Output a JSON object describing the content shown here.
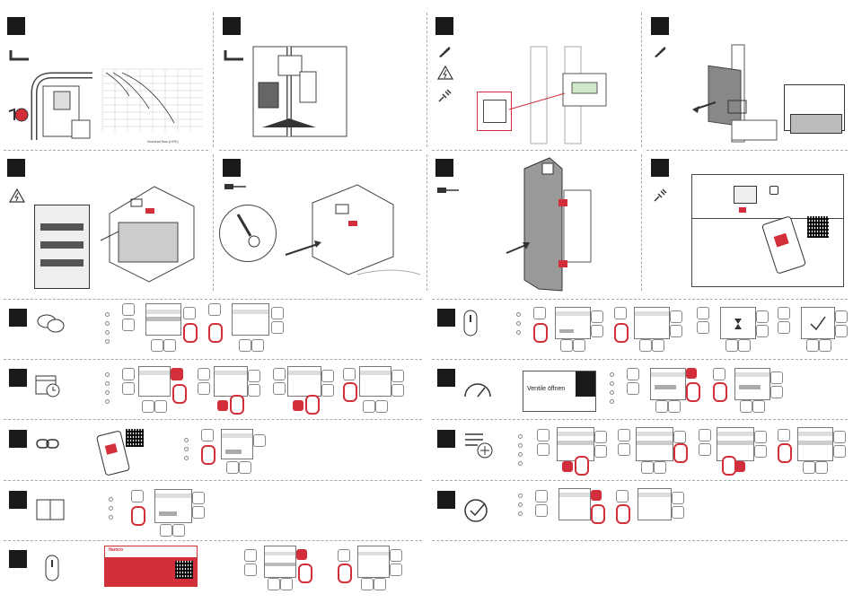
{
  "chart": {
    "xlabel": "Nominal flow (m³/h)"
  },
  "message": {
    "text": "Ventile öffnen"
  },
  "brand": {
    "name": "flamco"
  },
  "colors": {
    "accent": "#d32f3a",
    "badge": "#1a1a1a"
  }
}
